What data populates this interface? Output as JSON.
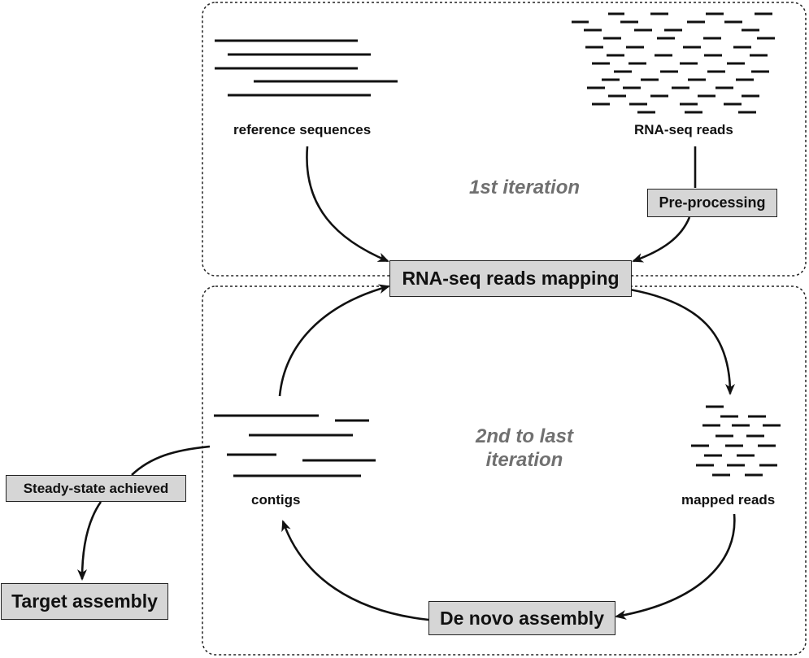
{
  "iterations": {
    "first": "1st iteration",
    "second_line1": "2nd to last",
    "second_line2": "iteration"
  },
  "labels": {
    "reference": "reference sequences",
    "rnaseq_reads": "RNA-seq reads",
    "contigs": "contigs",
    "mapped_reads": "mapped reads"
  },
  "boxes": {
    "preprocessing": "Pre-processing",
    "mapping": "RNA-seq reads mapping",
    "denovo": "De novo assembly",
    "steady_state": "Steady-state achieved",
    "target": "Target assembly"
  }
}
